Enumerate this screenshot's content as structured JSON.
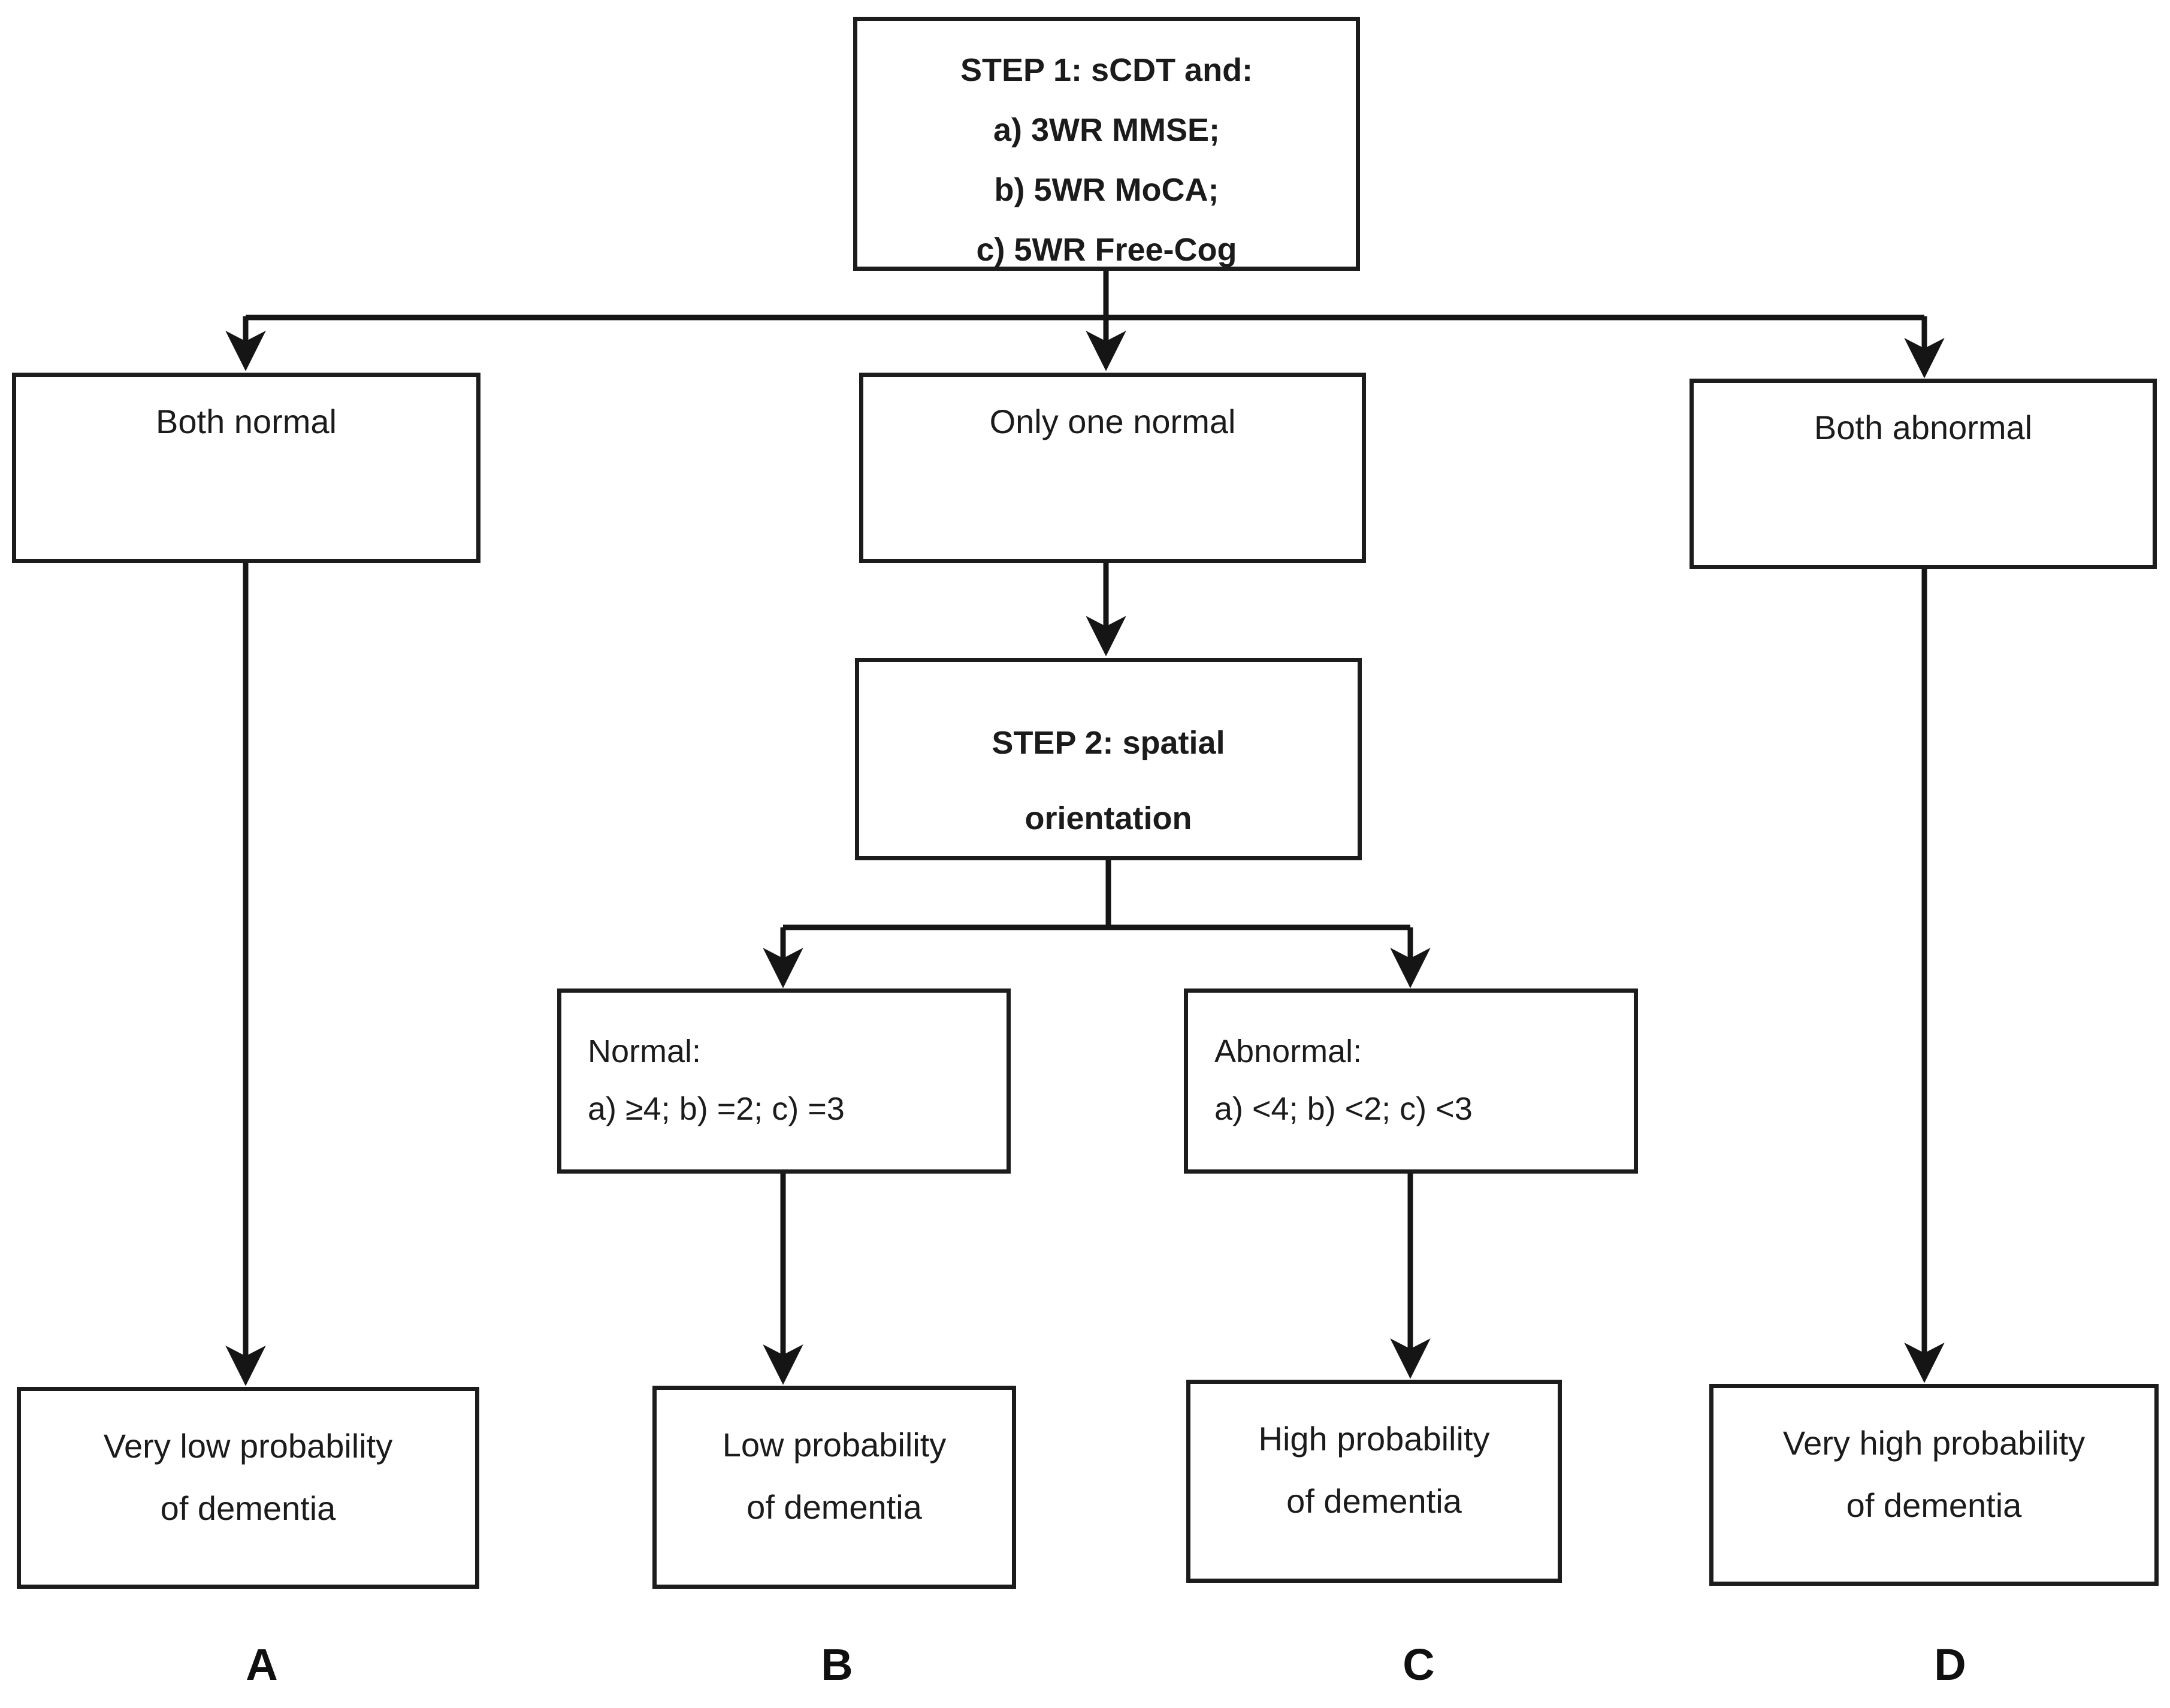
{
  "flow": {
    "step1": {
      "lines": [
        "STEP 1: sCDT and:",
        "a) 3WR MMSE;",
        "b) 5WR MoCA;",
        "c) 5WR Free-Cog"
      ]
    },
    "branches": {
      "both_normal": "Both normal",
      "only_one_normal": "Only one normal",
      "both_abnormal": "Both abnormal"
    },
    "step2": {
      "lines": [
        "STEP 2: spatial",
        "orientation"
      ]
    },
    "step2_normal": {
      "lines": [
        "Normal:",
        "a) ≥4; b) =2; c) =3"
      ]
    },
    "step2_abnormal": {
      "lines": [
        "Abnormal:",
        "a) <4; b) <2; c) <3"
      ]
    },
    "outcomes": {
      "a": {
        "lines": [
          "Very low probability",
          "of dementia"
        ],
        "label": "A"
      },
      "b": {
        "lines": [
          "Low probability",
          "of dementia"
        ],
        "label": "B"
      },
      "c": {
        "lines": [
          "High probability",
          "of dementia"
        ],
        "label": "C"
      },
      "d": {
        "lines": [
          "Very high probability",
          "of dementia"
        ],
        "label": "D"
      }
    },
    "colors": {
      "text": "#1b1b1b",
      "box_border": "#1c1c1c",
      "connector_line": "#151515",
      "background": "#ffffff"
    }
  }
}
